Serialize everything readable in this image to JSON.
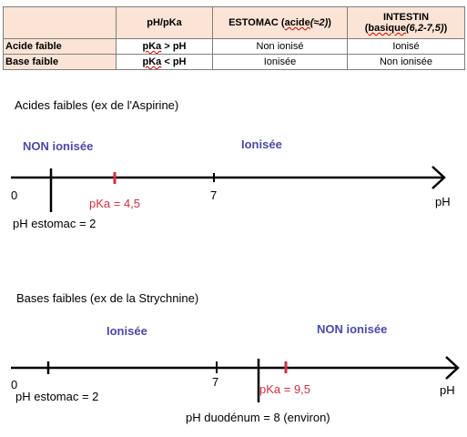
{
  "table": {
    "headers": {
      "col_ph": "pH/pKa",
      "col_stomach_pre": "ESTOMAC (",
      "col_stomach_word": "acide",
      "col_stomach_approx": "(≈2)",
      "col_stomach_post": ")",
      "col_intestine_line1": "INTESTIN",
      "col_intestine_pre": "(",
      "col_intestine_word": "basique",
      "col_intestine_range": "(6,2-7,5)",
      "col_intestine_post": ")"
    },
    "rows": [
      {
        "label": "Acide faible",
        "rel_pka": "pKa",
        "rel_rest": " > pH",
        "stomach": "Non ionisé",
        "intestine": "Ionisé"
      },
      {
        "label": "Base faible",
        "rel_pka": "pKa",
        "rel_rest": " < pH",
        "stomach": "Ionisée",
        "intestine": "Non ionisée"
      }
    ]
  },
  "acids": {
    "title": "Acides faibles  (ex de l'Aspirine)",
    "zone_left": "NON ionisée",
    "zone_right": "Ionisée",
    "label_0": "0",
    "label_7": "7",
    "label_ph": "pH",
    "pka_label": "pKa = 4,5",
    "stomach_label": "pH estomac = 2",
    "pka_value": 4.5,
    "stomach_value": 2
  },
  "bases": {
    "title": "Bases faibles  (ex de la Strychnine)",
    "zone_left": "Ionisée",
    "zone_right": "NON ionisée",
    "label_0": "0",
    "label_7": "7",
    "label_ph": "pH",
    "pka_label": "pKa = 9,5",
    "stomach_label": "pH estomac = 2",
    "duodenum_label": "pH duodénum = 8 (environ)",
    "pka_value": 9.5,
    "stomach_value": 2,
    "duodenum_value": 8
  },
  "colors": {
    "table_header_bg": "#fbe4d5",
    "zone_text": "#4a4aa8",
    "pka_marker": "#d32f3f",
    "axis": "#000000"
  }
}
